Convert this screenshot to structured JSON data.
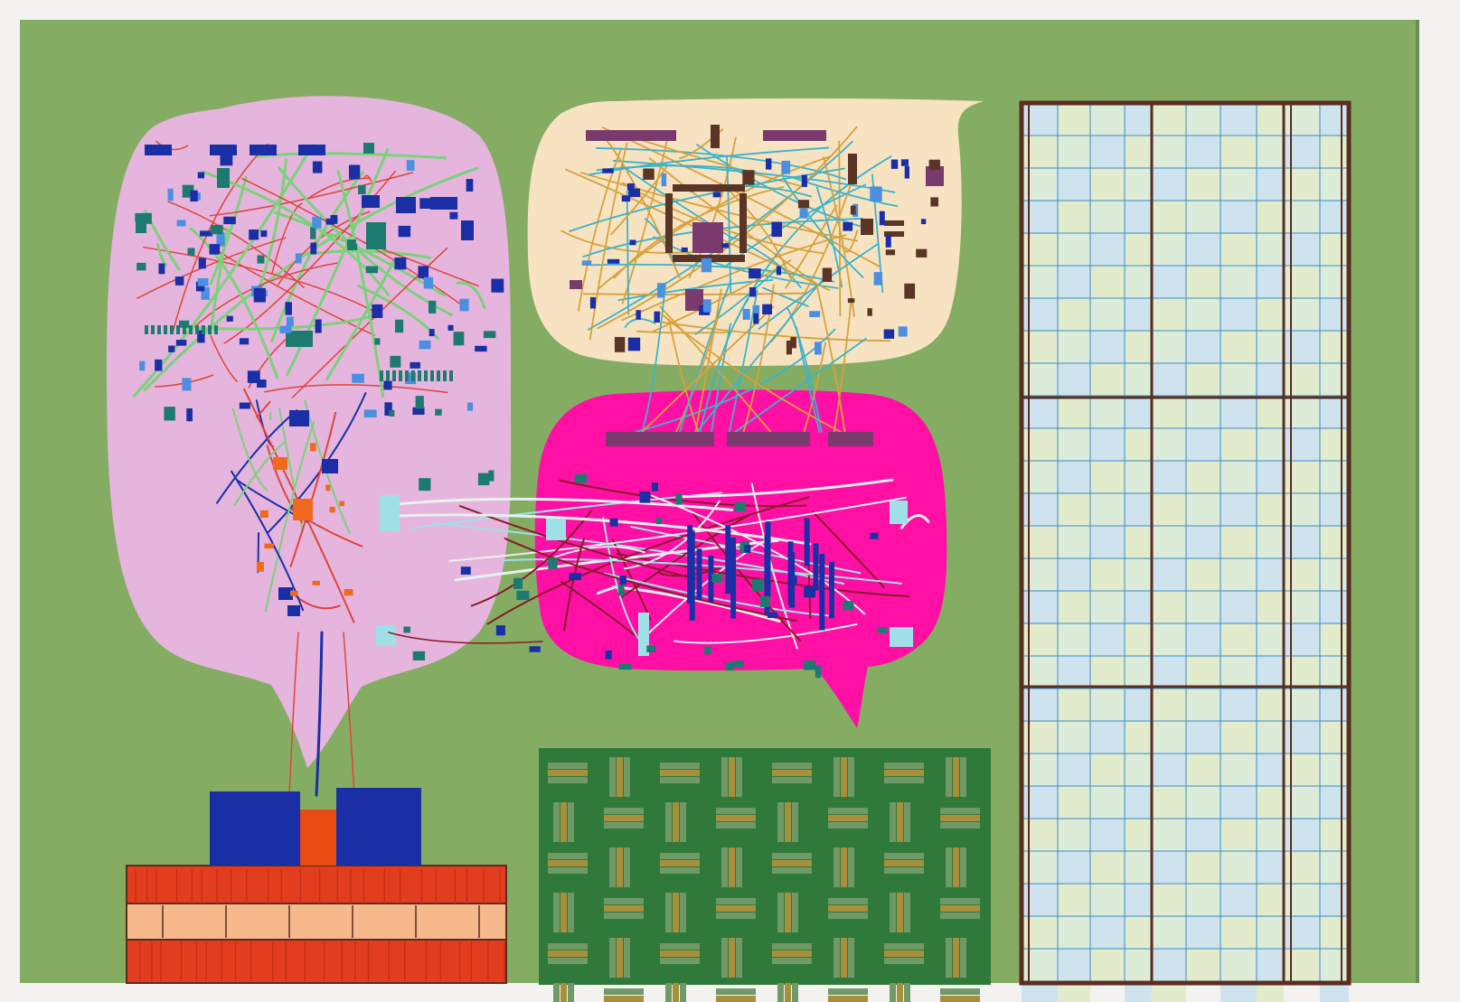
{
  "colors": {
    "wall": "#f3f2f0",
    "panel": "#84ad63",
    "lilac_bubble": "#e5b5de",
    "cream_bubble": "#f7e3c2",
    "magenta_bubble": "#ff0fa4",
    "navy_chip": "#1a2fa6",
    "teal_chip": "#1d7a70",
    "light_blue_chip": "#4b8fe0",
    "orange_chip": "#f06a1e",
    "plum_chip": "#7a3a6e",
    "brown_chip": "#5a3426",
    "cyan_chip": "#9fe0e6",
    "wire_red": "#e0443a",
    "wire_green": "#7ad27a",
    "wire_gold": "#d8a03a",
    "wire_cyan": "#3bb3c9",
    "wire_white": "#e8f0f0",
    "wire_maroon": "#8a1a2a",
    "brick_red": "#e33d1f",
    "brick_peach": "#f5b98c",
    "weave_dark_green": "#2f7a3a",
    "weave_olive": "#a98f3a",
    "weave_sage": "#6f9a68",
    "grid_light": "#dcecd9",
    "grid_blue_lines": "#3a8cc4",
    "grid_brown_frame": "#5a2c22"
  },
  "elements": {
    "painting": "painting",
    "lilac_bubble": "lilac-speech-bubble",
    "cream_bubble": "cream-speech-bubble",
    "magenta_bubble": "magenta-speech-bubble",
    "brick_block": "red-brick-block",
    "woven_panel": "woven-green-panel",
    "grid_window": "grid-window-panel"
  }
}
